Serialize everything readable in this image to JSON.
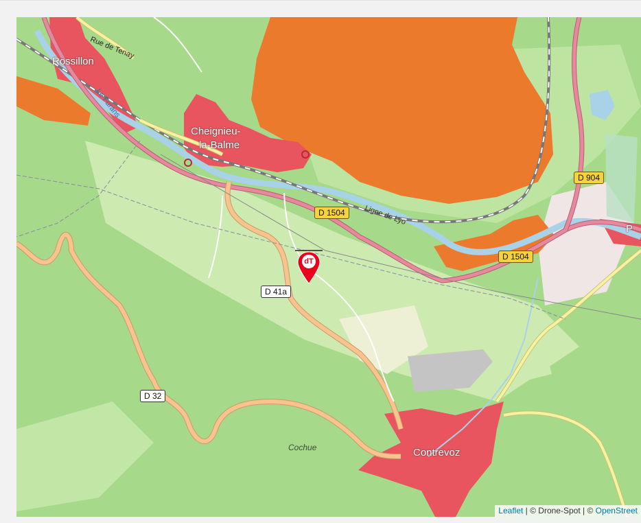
{
  "map": {
    "places": {
      "rossillon": "Rossillon",
      "cheignieu_line1": "Cheignieu-",
      "cheignieu_line2": "la-Balme",
      "contrevoz": "Contrevoz",
      "cochue": "Cochue",
      "edge_letter": "P"
    },
    "streets": {
      "rue_de_tenay": "Rue de Tenay",
      "le_furans": "Le Furans",
      "ligne_de_lyon": "Ligne de Lyo"
    },
    "shields": {
      "d1504_a": "D 1504",
      "d1504_b": "D 1504",
      "d904": "D 904",
      "d41a": "D 41a",
      "d32": "D 32"
    },
    "marker": {
      "icon": "drone-spot-map-pin-icon",
      "glyph": "dT",
      "color": "#e8001c"
    },
    "colors": {
      "zone_orange": "#ec7a2d",
      "zone_red": "#e8555f",
      "forest": "#a6d98a",
      "meadow": "#cdebb0",
      "river": "#a8d2e8",
      "primary_road": "#e6899d",
      "secondary_road": "#f9c38d",
      "tertiary_road": "#f7f2a0"
    }
  },
  "attribution": {
    "leaflet": "Leaflet",
    "sep1": " | © Drone-Spot | © ",
    "osm": "OpenStreet"
  }
}
